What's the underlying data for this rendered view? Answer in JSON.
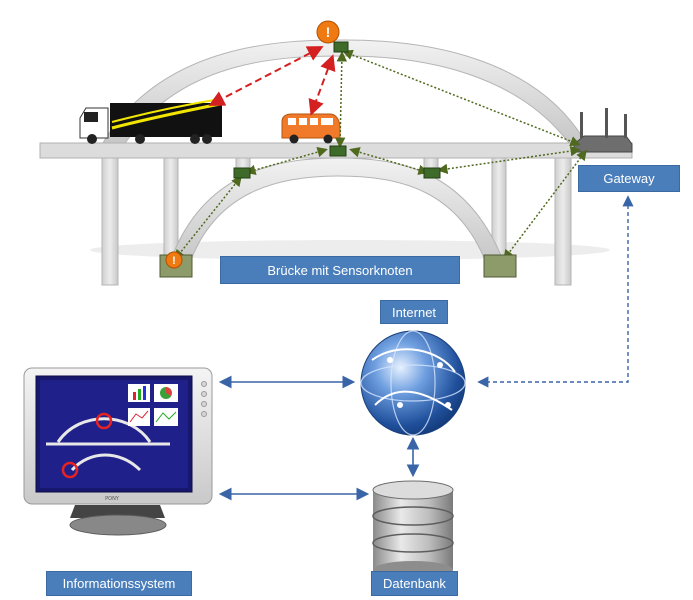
{
  "labels": {
    "bridge": "Brücke mit Sensorknoten",
    "gateway": "Gateway",
    "internet": "Internet",
    "information_system": "Informationssystem",
    "database": "Datenbank"
  },
  "monitor": {
    "brand": "PONY"
  },
  "alert_symbol": "!",
  "colors": {
    "label_bg": "#4a7ebb",
    "alert_link": "#d42020",
    "sensor_link": "#4f6a1e",
    "network_link": "#3a64a8",
    "bridge_deck": "#d9d9d9",
    "sensor_node": "#3f6b2a",
    "alert_icon": "#f07a12",
    "truck_trailer": "#111111",
    "van": "#f07a2a"
  }
}
